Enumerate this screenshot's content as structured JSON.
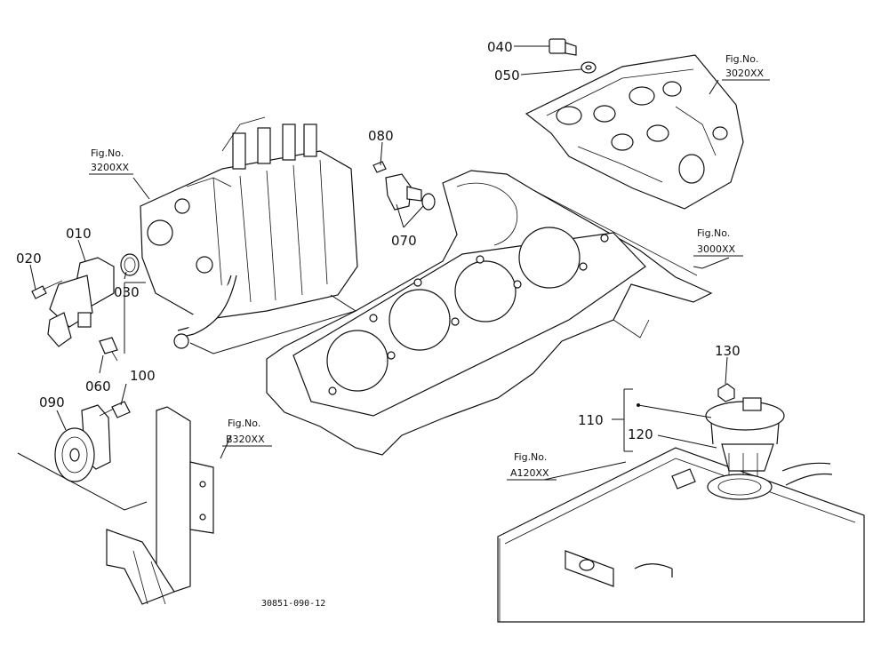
{
  "parts": {
    "p010": "010",
    "p020": "020",
    "p030": "030",
    "p040": "040",
    "p050": "050",
    "p060": "060",
    "p070": "070",
    "p080": "080",
    "p090": "090",
    "p100": "100",
    "p110": "110",
    "p120": "120",
    "p130": "130"
  },
  "figures": {
    "fig_label": "Fig.No.",
    "f3200": "3200XX",
    "f3020": "3020XX",
    "f3000": "3000XX",
    "fB320": "B320XX",
    "fA120": "A120XX"
  },
  "drawing_ref": "30851-090-12"
}
